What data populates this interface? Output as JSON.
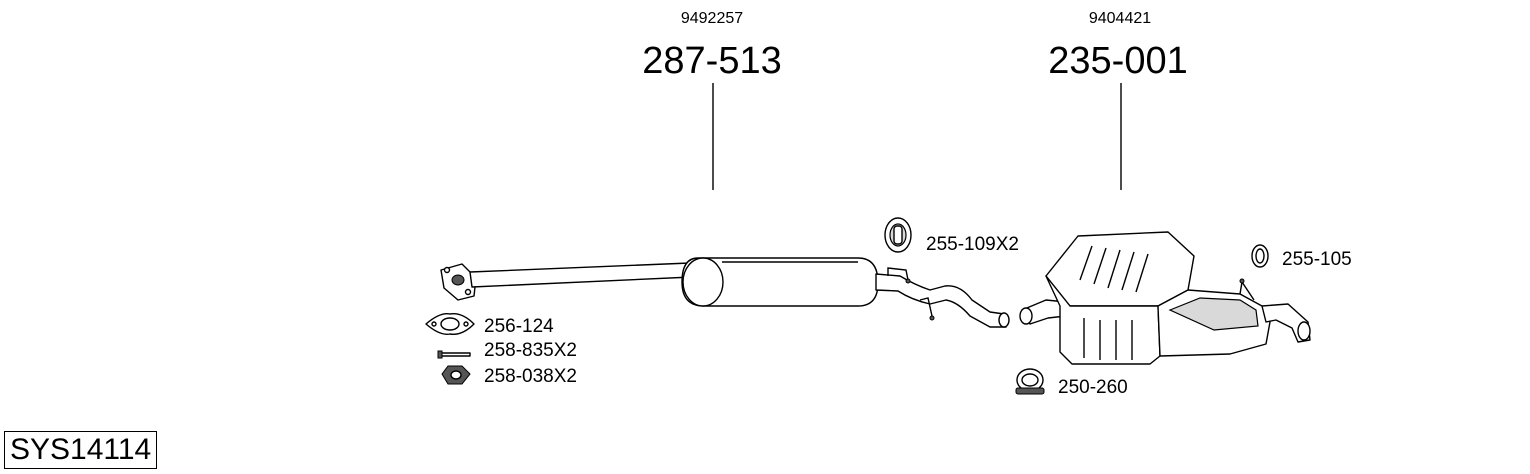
{
  "system_code": "SYS14114",
  "parts": [
    {
      "oem": "9492257",
      "number": "287-513"
    },
    {
      "oem": "9404421",
      "number": "235-001"
    }
  ],
  "accessories": [
    {
      "label": "255-109X2"
    },
    {
      "label": "255-105"
    },
    {
      "label": "256-124"
    },
    {
      "label": "258-835X2"
    },
    {
      "label": "258-038X2"
    },
    {
      "label": "250-260"
    }
  ]
}
